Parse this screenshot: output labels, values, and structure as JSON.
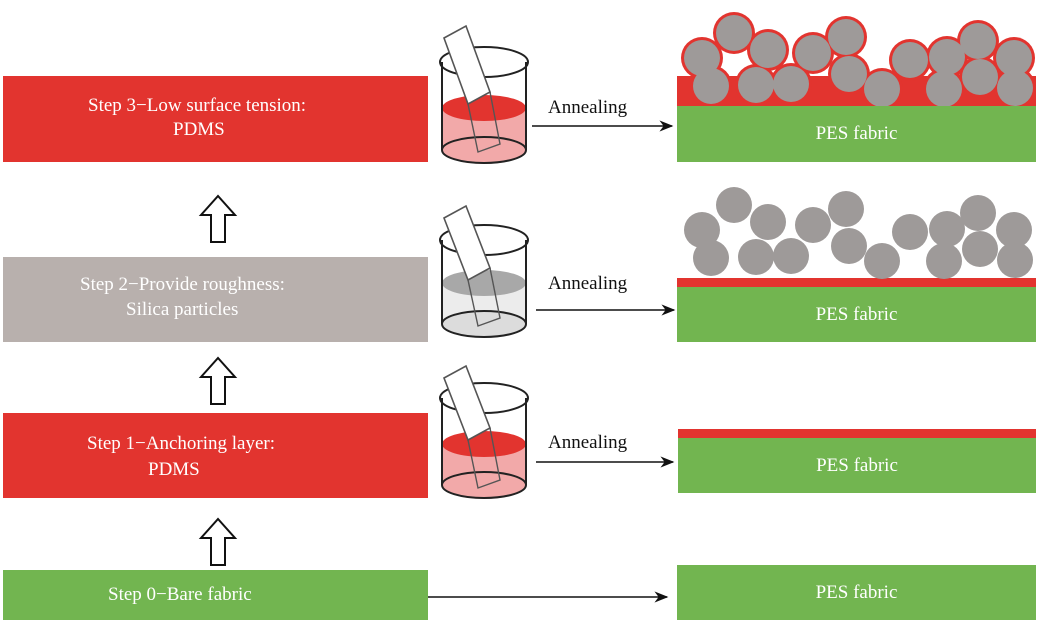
{
  "colors": {
    "pdms_red": "#e2342f",
    "silica_gray": "#9e9a99",
    "step2_gray": "#b8b0ad",
    "fabric_green": "#72b550",
    "beaker_pink": "#f2a9a9",
    "beaker_gray": "#d9d9d9",
    "text_white": "#ffffff",
    "text_dark": "#111111"
  },
  "steps": [
    {
      "id": "step3",
      "title": "Step 3−Low surface tension:",
      "subtitle": "PDMS",
      "fill": "red"
    },
    {
      "id": "step2",
      "title": "Step 2−Provide roughness:",
      "subtitle": "Silica particles",
      "fill": "gray"
    },
    {
      "id": "step1",
      "title": "Step 1−Anchoring layer:",
      "subtitle": "PDMS",
      "fill": "red"
    },
    {
      "id": "step0",
      "title": "Step 0−Bare fabric",
      "subtitle": "",
      "fill": "green"
    }
  ],
  "process": {
    "annealing_label": "Annealing"
  },
  "fabrics": [
    {
      "label": "PES fabric",
      "coating": "PDMS-covered silica particles on PDMS anchoring layer"
    },
    {
      "label": "PES fabric",
      "coating": "Silica particles on thin PDMS layer"
    },
    {
      "label": "PES fabric",
      "coating": "Thin PDMS layer"
    },
    {
      "label": "PES fabric",
      "coating": "None"
    }
  ],
  "icons": {
    "up_arrow": "hollow-up-arrow",
    "beaker": "beaker-with-fabric-strip"
  }
}
